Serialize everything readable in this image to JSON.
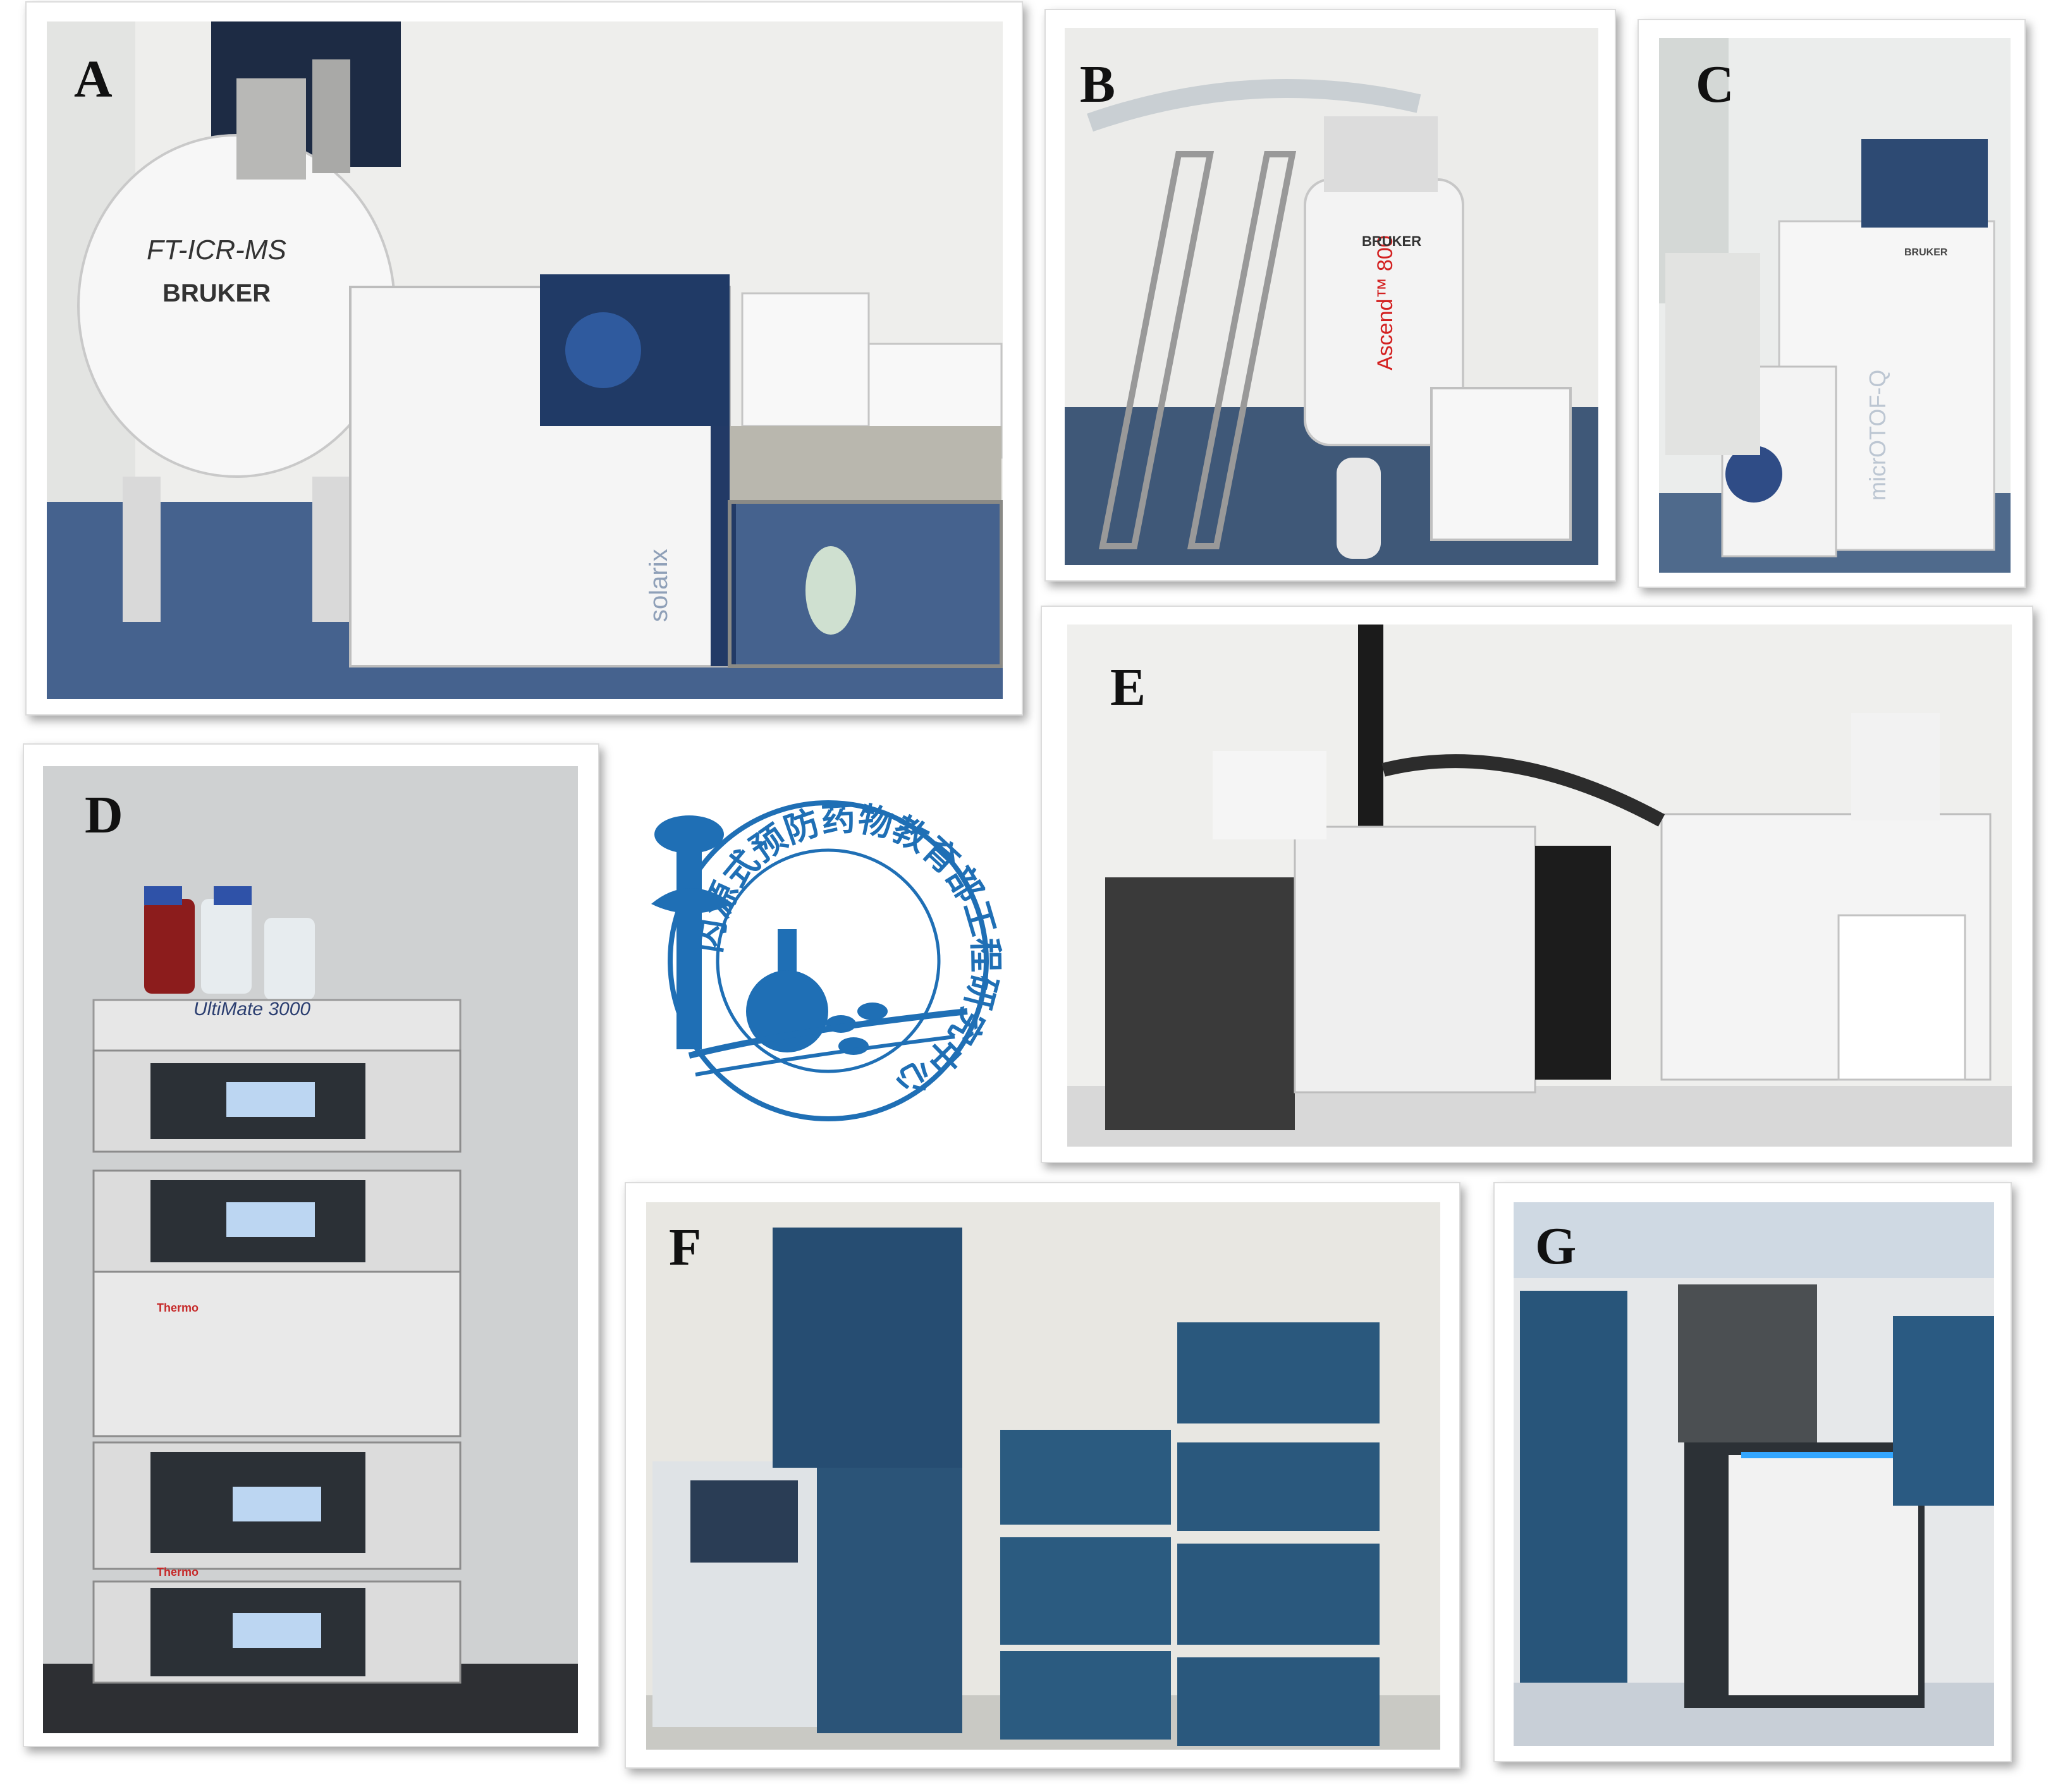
{
  "panels": {
    "a": {
      "label": "A",
      "texts": {
        "ftms": "FT-ICR-MS",
        "bruker": "BRUKER",
        "solarix": "solarix"
      }
    },
    "b": {
      "label": "B",
      "texts": {
        "ascend": "Ascend™ 800",
        "bruker": "BRUKER"
      }
    },
    "c": {
      "label": "C",
      "texts": {
        "micrOTOF": "micrOTOF-Q",
        "bruker": "BRUKER"
      }
    },
    "d": {
      "label": "D",
      "texts": {
        "ultimate": "UltiMate 3000",
        "thermo1": "Thermo",
        "thermo2": "Thermo"
      }
    },
    "e": {
      "label": "E"
    },
    "f": {
      "label": "F"
    },
    "g": {
      "label": "G"
    }
  },
  "logo": {
    "text": "内源式预防药物教育部工程研究中心",
    "color": "#1f6fb5"
  },
  "colors": {
    "floor_blue": "#45628e",
    "instrument_teal": "#2e5c7e",
    "wall_white": "#f2f2f0"
  }
}
